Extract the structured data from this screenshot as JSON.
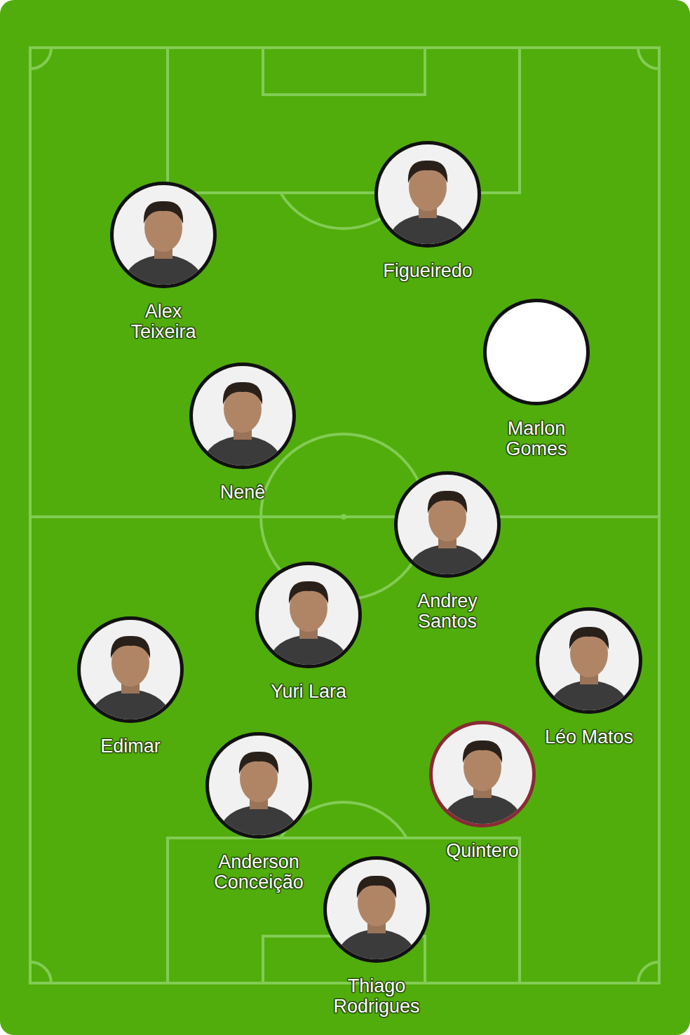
{
  "diagram": {
    "nodes": [
      {
        "text": [
          "Figueiredo"
        ]
      },
      {
        "text": [
          "Alex Teixeira"
        ]
      },
      {
        "text": [
          "Marlon Gomes"
        ]
      },
      {
        "text": [
          "Nenê"
        ]
      },
      {
        "text": [
          "Andrey Santos"
        ]
      },
      {
        "text": [
          "Yuri Lara"
        ]
      },
      {
        "text": [
          "Léo Matos"
        ]
      },
      {
        "text": [
          "Edimar"
        ]
      },
      {
        "text": [
          "Quintero"
        ]
      },
      {
        "text": [
          "Anderson Conceição"
        ]
      },
      {
        "text": [
          "Thiago Rodrigues"
        ]
      }
    ]
  }
}
